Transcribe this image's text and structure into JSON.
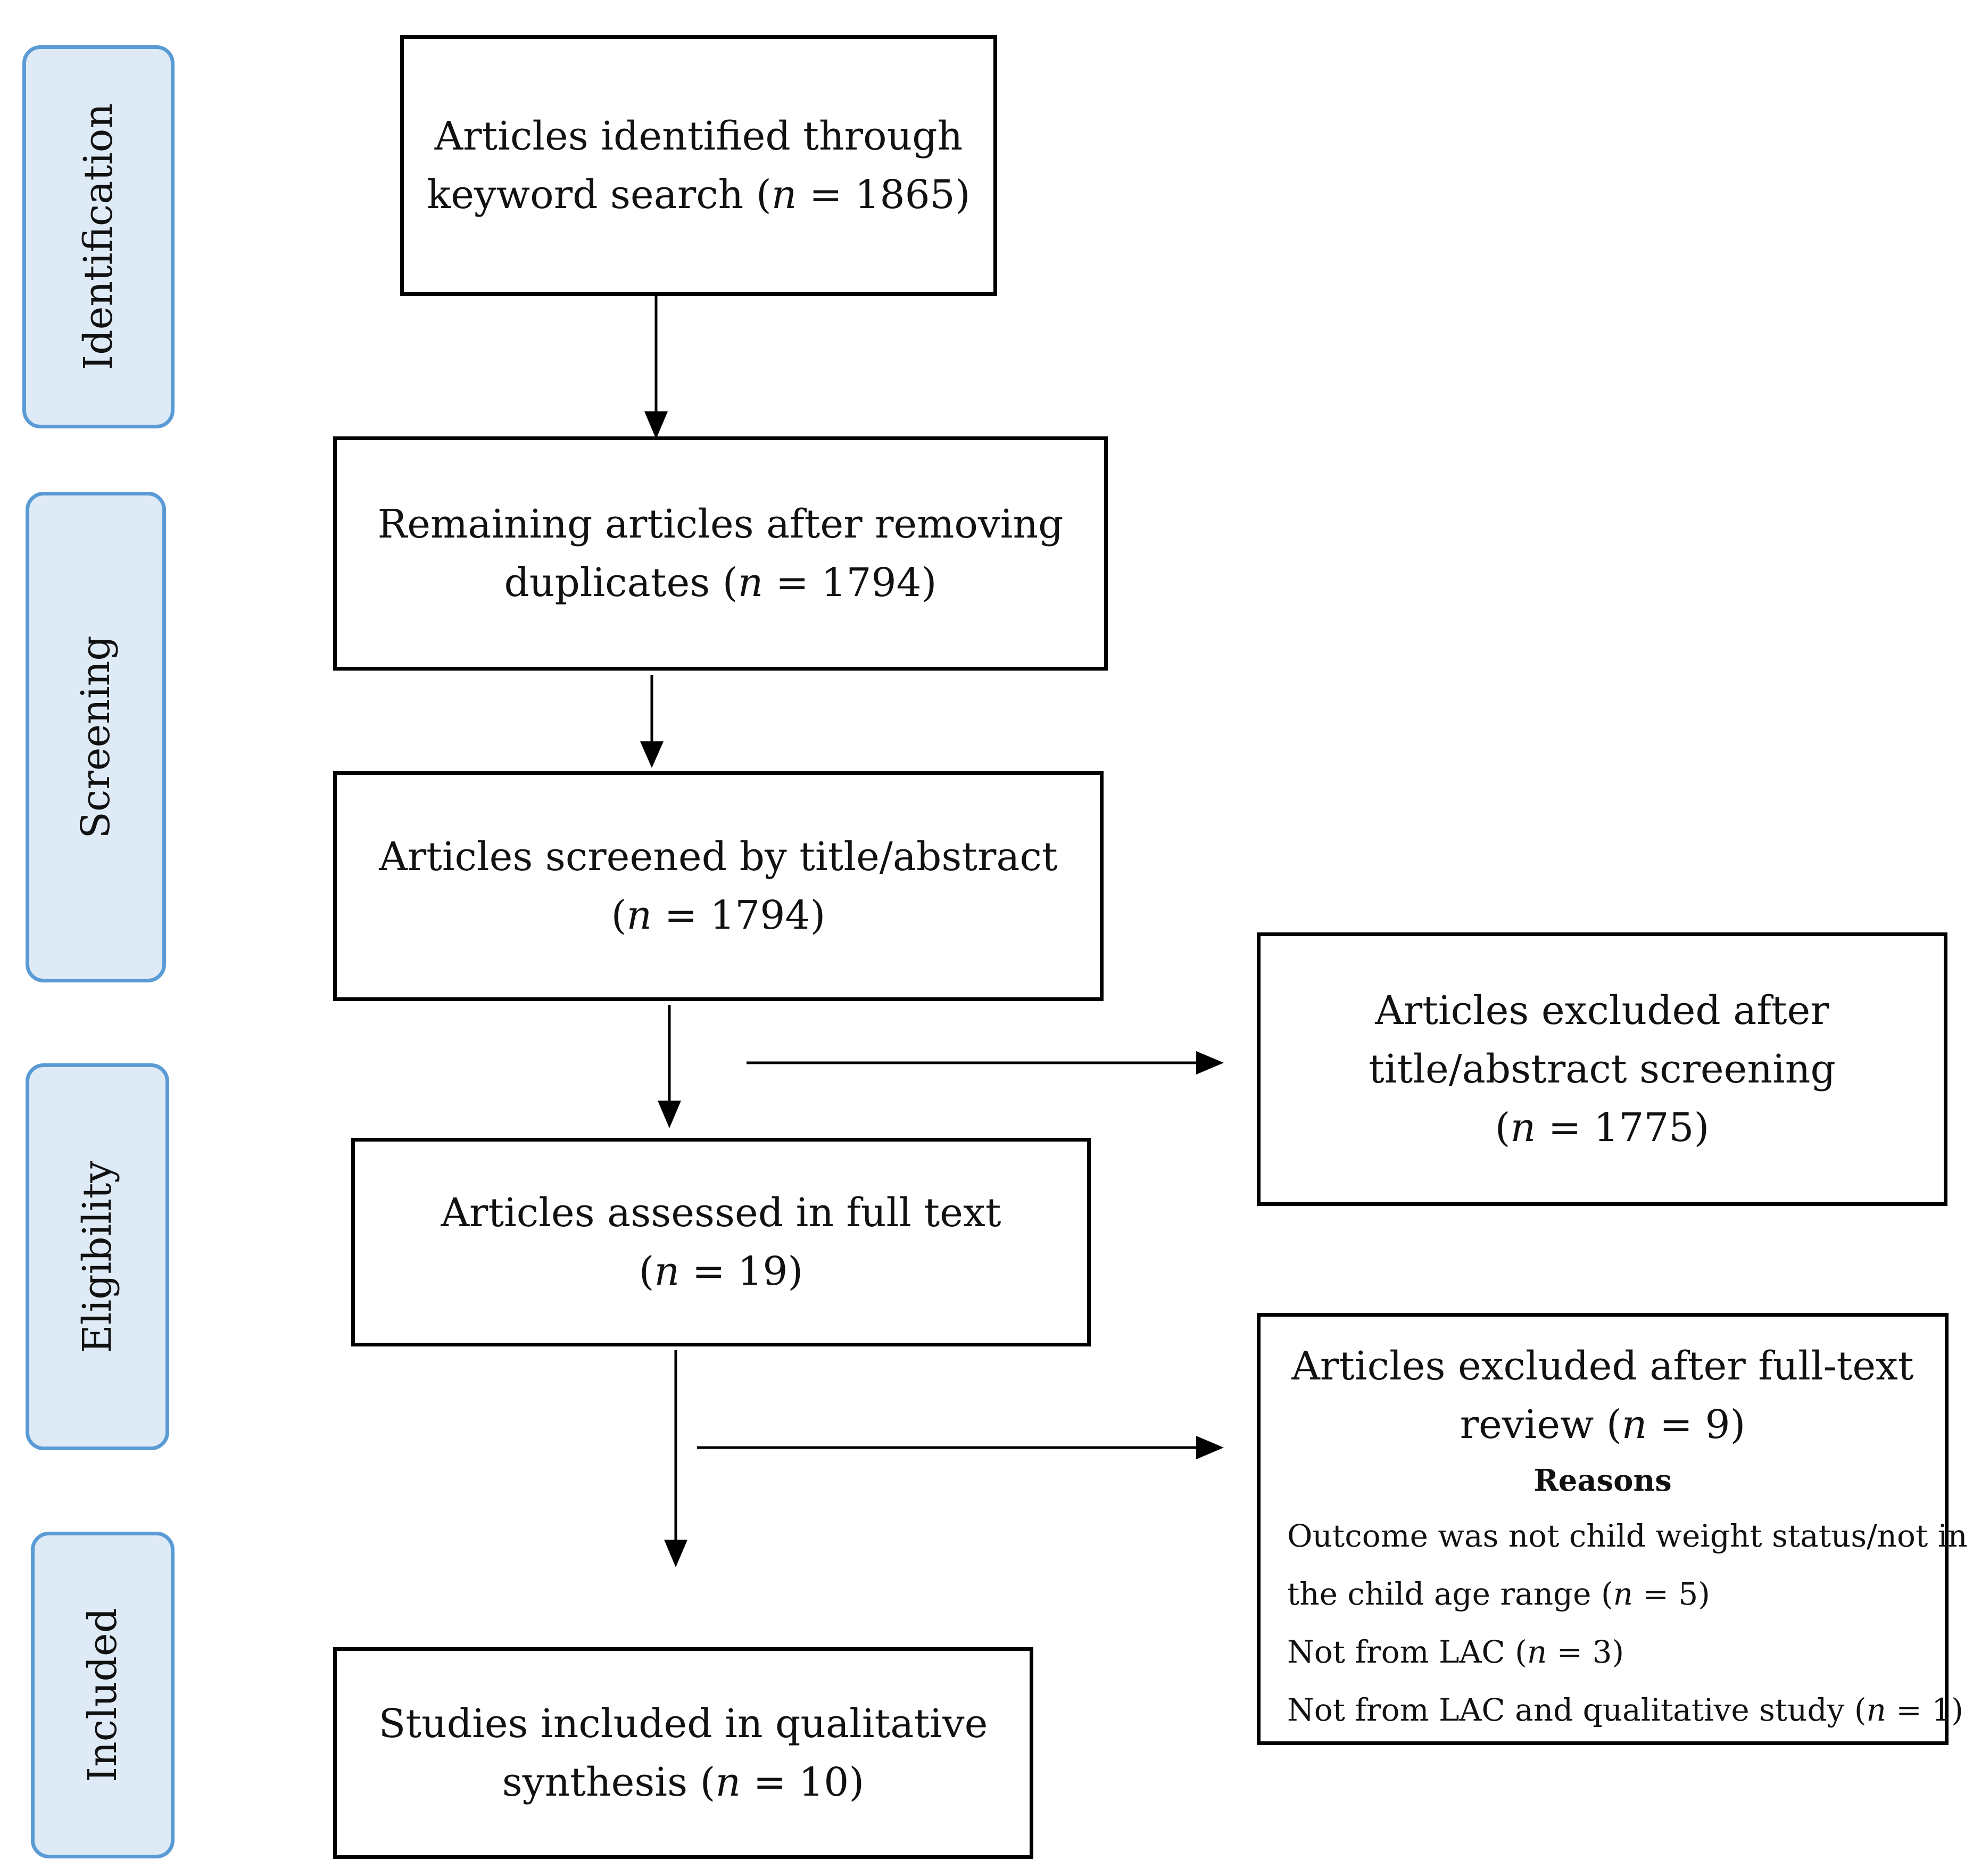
{
  "stages": {
    "identification": "Identification",
    "screening": "Screening",
    "eligibility": "Eligibility",
    "included": "Included"
  },
  "boxes": {
    "identified": {
      "line1": "Articles identified through",
      "line2_pre": "keyword search (",
      "n_var": "n",
      "line2_post": " = 1865)"
    },
    "duplicates": {
      "line1": "Remaining articles after removing",
      "line2_pre": "duplicates (",
      "n_var": "n",
      "line2_post": " = 1794)"
    },
    "screened": {
      "line1": "Articles screened by title/abstract",
      "line2_pre": "(",
      "n_var": "n",
      "line2_post": " = 1794)"
    },
    "excluded_screening": {
      "line1": "Articles excluded after",
      "line2": "title/abstract screening",
      "line3_pre": "(",
      "n_var": "n",
      "line3_post": " = 1775)"
    },
    "fulltext": {
      "line1": "Articles assessed in full text",
      "line2_pre": "(",
      "n_var": "n",
      "line2_post": " = 19)"
    },
    "excluded_fulltext": {
      "line1": "Articles excluded after full-text",
      "line2_pre": "review (",
      "n_var": "n",
      "line2_post": " = 9)",
      "reasons_title": "Reasons",
      "reasons": [
        {
          "pre": "Outcome was not child weight status/not in",
          "n": "",
          "post": ""
        },
        {
          "pre": "the child age range (",
          "n": "n",
          "post": " = 5)"
        },
        {
          "pre": "Not from LAC (",
          "n": "n",
          "post": " = 3)"
        },
        {
          "pre": "Not from LAC and qualitative study (",
          "n": "n",
          "post": " = 1)"
        }
      ]
    },
    "included": {
      "line1": "Studies included in qualitative",
      "line2_pre": "synthesis (",
      "n_var": "n",
      "line2_post": " = 10)"
    }
  }
}
